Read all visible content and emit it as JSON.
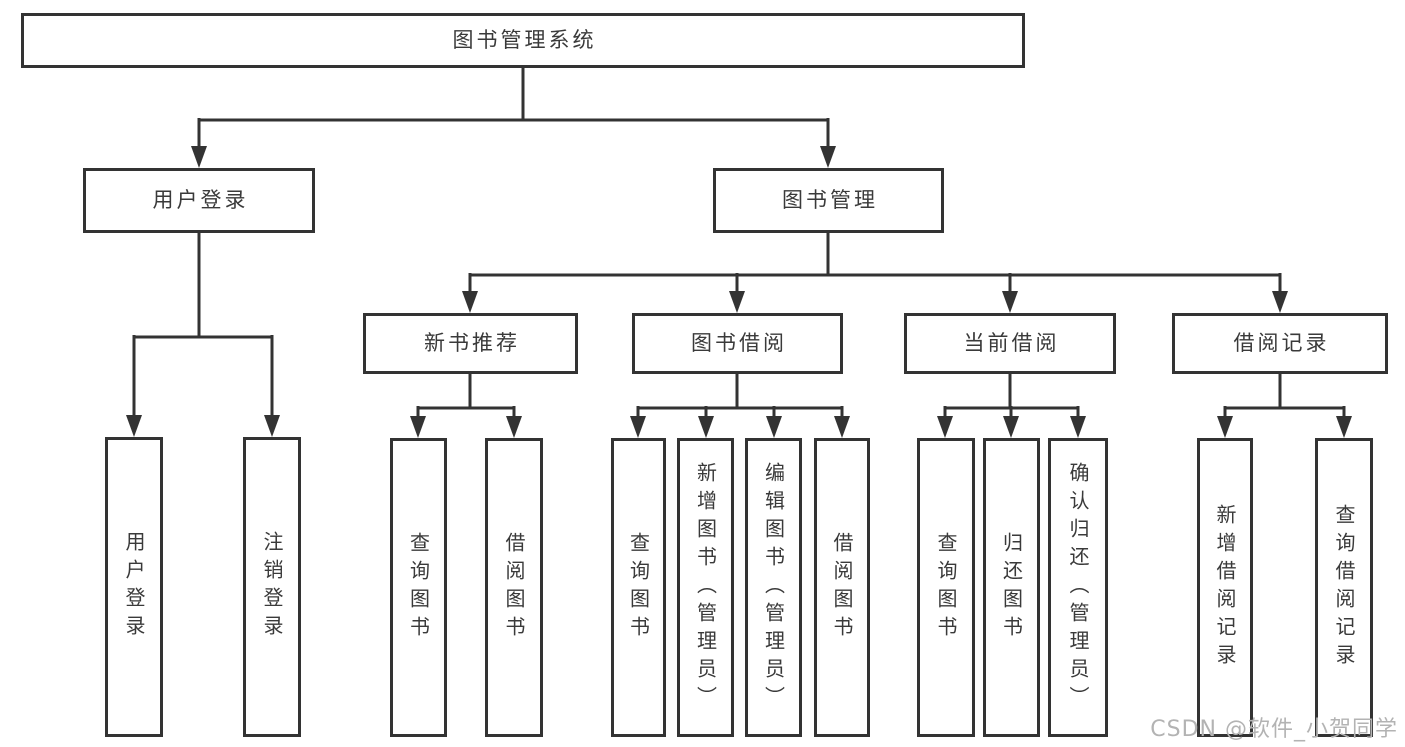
{
  "colors": {
    "line": "#333333",
    "text": "#3a3a3a",
    "watermark": "#b3b3b3",
    "background": "#ffffff"
  },
  "watermark": {
    "text": "CSDN @软件_小贺同学"
  },
  "nodes": {
    "root": "图书管理系统",
    "user_login": "用户登录",
    "book_management": "图书管理",
    "new_book_recommend": "新书推荐",
    "book_borrow": "图书借阅",
    "current_borrow": "当前借阅",
    "borrow_records": "借阅记录",
    "leaf_user_login": "用户登录",
    "leaf_logout": "注销登录",
    "nb_query_books": "查询图书",
    "nb_borrow_books": "借阅图书",
    "bb_query_books": "查询图书",
    "bb_add_books": "新增图书（管理员）",
    "bb_edit_books": "编辑图书（管理员）",
    "bb_borrow_books": "借阅图书",
    "cb_query_books": "查询图书",
    "cb_return_books": "归还图书",
    "cb_confirm_return": "确认归还（管理员）",
    "br_add_record": "新增借阅记录",
    "br_query_record": "查询借阅记录"
  }
}
